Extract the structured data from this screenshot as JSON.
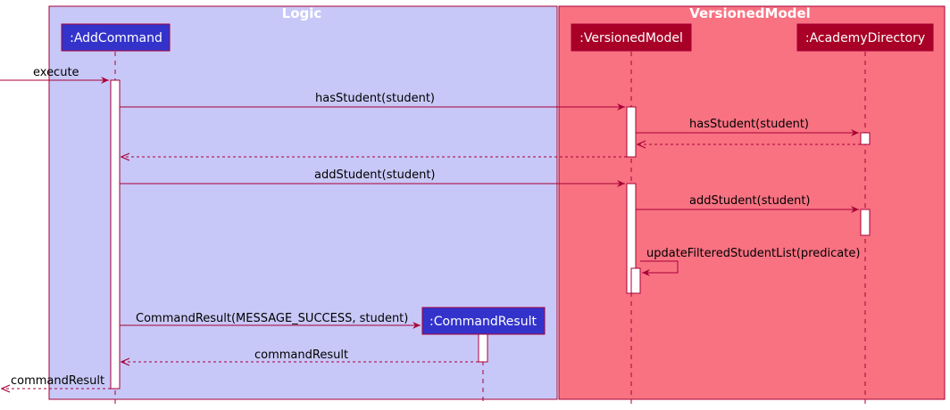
{
  "boxes": {
    "logic": {
      "title": "Logic",
      "fill": "#C8C8F8"
    },
    "versioned": {
      "title": "VersionedModel",
      "fill": "#F87282"
    }
  },
  "participants": {
    "add_command": {
      "label": ":AddCommand",
      "fill": "#3333CC"
    },
    "versioned_model": {
      "label": ":VersionedModel",
      "fill": "#A80026"
    },
    "academy_directory": {
      "label": ":AcademyDirectory",
      "fill": "#A80026"
    },
    "command_result": {
      "label": ":CommandResult",
      "fill": "#3333CC"
    }
  },
  "messages": {
    "execute": "execute",
    "has_student_1": "hasStudent(student)",
    "has_student_2": "hasStudent(student)",
    "add_student_1": "addStudent(student)",
    "add_student_2": "addStudent(student)",
    "update_filtered": "updateFilteredStudentList(predicate)",
    "command_result_create": "CommandResult(MESSAGE_SUCCESS, student)",
    "command_result_return": "commandResult",
    "command_result_final": "commandResult"
  },
  "colors": {
    "arrow": "#A80036",
    "lifeline": "#A80036"
  }
}
